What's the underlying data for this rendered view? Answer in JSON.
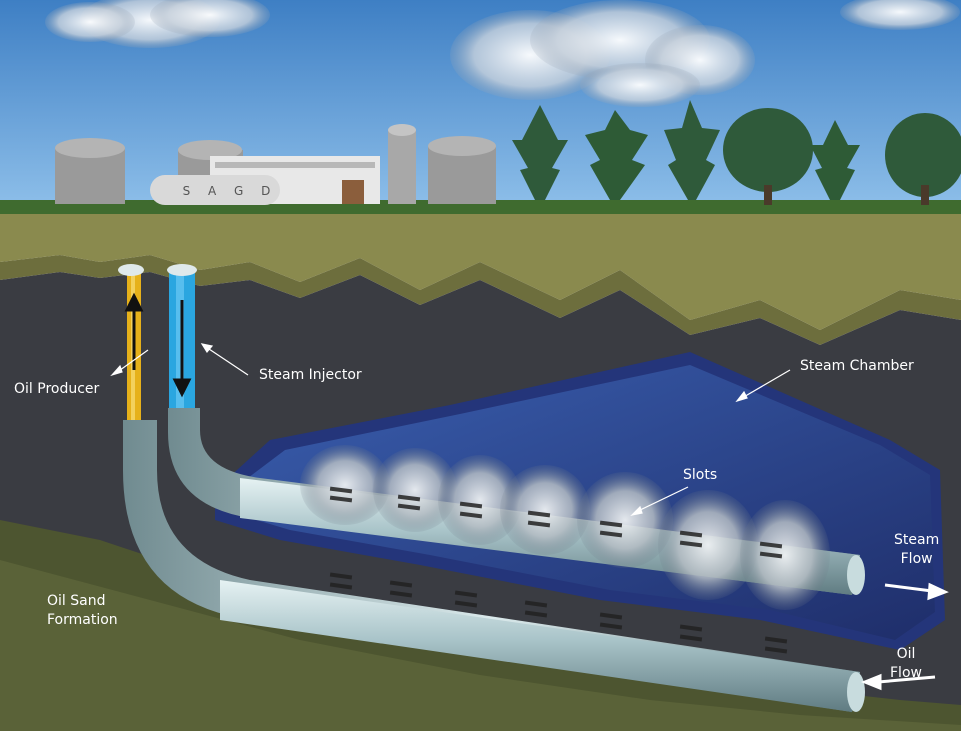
{
  "diagram": {
    "plant_sign": "S A G D",
    "labels": {
      "oil_producer": "Oil Producer",
      "steam_injector": "Steam Injector",
      "steam_chamber": "Steam Chamber",
      "slots": "Slots",
      "steam_flow": "Steam\nFlow",
      "oil_sand_formation": "Oil Sand\nFormation",
      "oil_flow": "Oil\nFlow"
    },
    "colors": {
      "sky": "#4f8fd0",
      "grass": "#3f6b2f",
      "topsoil": "#8a8a4e",
      "rock": "#3a3c42",
      "steam_chamber": "#2c3f8a",
      "oil_sand": "#4d5530",
      "pipe": "#a9c4c9",
      "producer_riser": "#e6b11a",
      "injector_riser": "#2aa6e0"
    }
  }
}
